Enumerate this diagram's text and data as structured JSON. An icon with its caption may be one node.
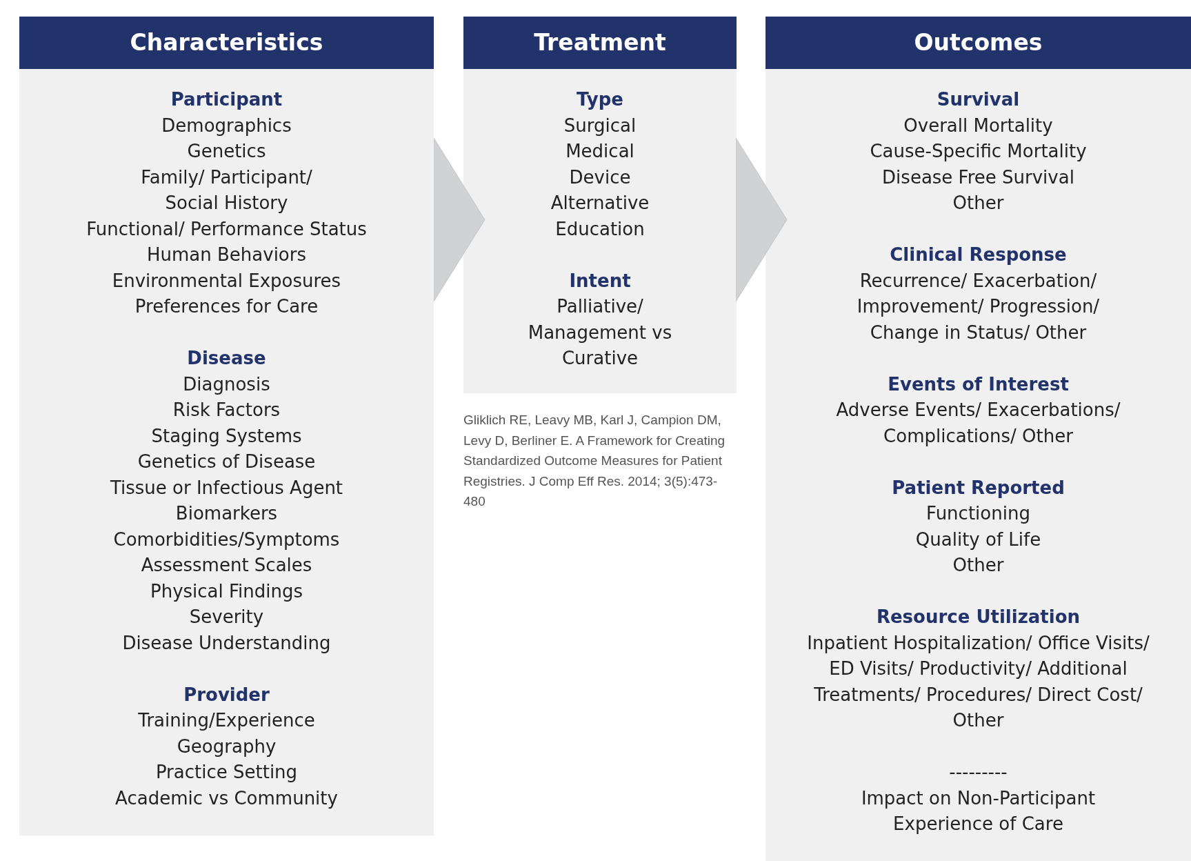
{
  "diagram": {
    "nodes": [
      {
        "text": [
          "Characteristics",
          "Participant",
          "Demographics",
          "Genetics",
          "Family/ Participant/ Social History",
          "Functional/ Performance Status",
          "Human Behaviors",
          "Environmental Exposures",
          "Preferences for Care",
          "Disease",
          "Diagnosis",
          "Risk Factors",
          "Staging Systems",
          "Genetics of Disease",
          "Tissue or Infectious Agent",
          "Biomarkers",
          "Comorbidities/Symptoms",
          "Assessment Scales",
          "Physical Findings",
          "Severity",
          "Disease Understanding",
          "Provider",
          "Training/Experience",
          "Geography",
          "Practice Setting",
          "Academic vs Community"
        ]
      },
      {
        "text": [
          "Treatment",
          "Type",
          "Surgical",
          "Medical",
          "Device",
          "Alternative",
          "Education",
          "Intent",
          "Palliative/ Management vs Curative"
        ]
      },
      {
        "text": [
          "Outcomes",
          "Survival",
          "Overall Mortality",
          "Cause-Specific Mortality",
          "Disease Free Survival",
          "Other",
          "Clinical Response",
          "Recurrence/ Exacerbation/ Improvement/ Progression/ Change in Status/ Other",
          "Events of Interest",
          "Adverse Events/ Exacerbations/ Complications/ Other",
          "Patient Reported",
          "Functioning",
          "Quality of Life",
          "Other",
          "Resource Utilization",
          "Inpatient Hospitalization/ Office Visits/ ED Visits/ Productivity/ Additional Treatments/ Procedures/ Direct Cost/ Other",
          "---------",
          "Impact on Non-Participant Experience of Care"
        ]
      }
    ],
    "edges": [
      {
        "from": 0,
        "to": 1,
        "arrow": "to"
      },
      {
        "from": 1,
        "to": 2,
        "arrow": "to"
      }
    ],
    "labels": [
      "Gliklich RE, Leavy MB, Karl J, Campion DM, Levy D, Berliner E. A Framework for Creating  Standardized Outcome Measures for Patient Registries. J Comp Eff Res. 2014; 3(5):473-480"
    ]
  }
}
